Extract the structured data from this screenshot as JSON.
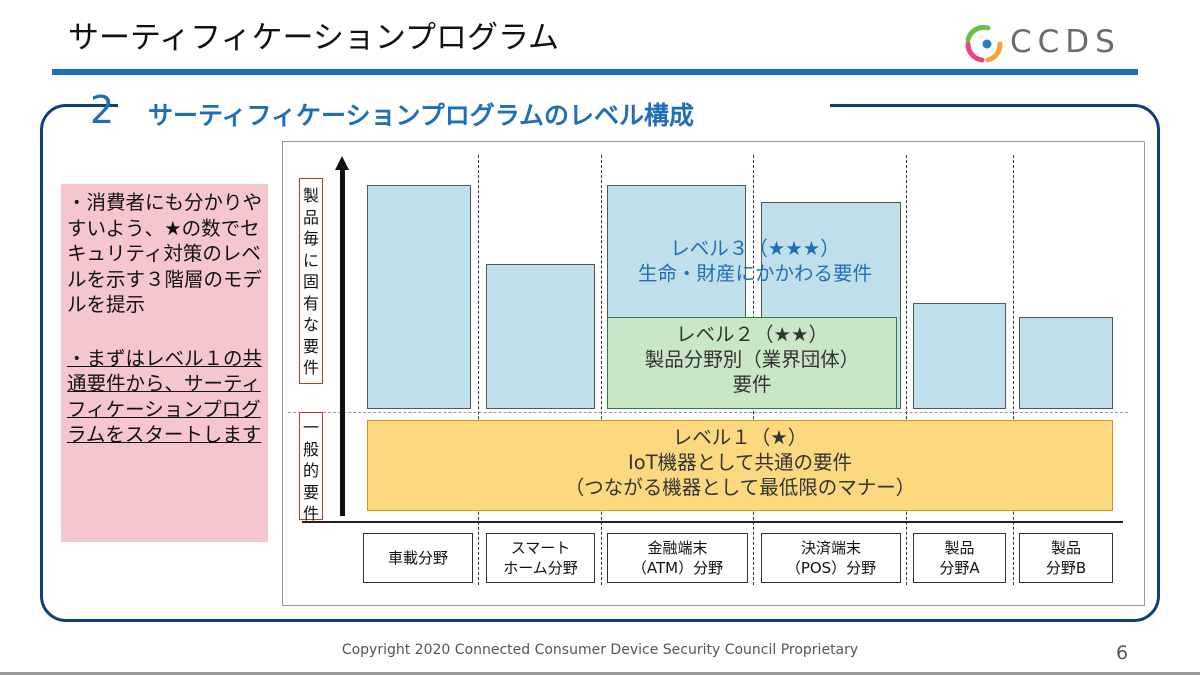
{
  "slide": {
    "title": "サーティフィケーションプログラム",
    "logo_text": "CCDS",
    "section_number": "2",
    "section_title": "サーティフィケーションプログラムのレベル構成",
    "page_number": "6",
    "copyright": "Copyright 2020 Connected Consumer Device Security Council Proprietary",
    "colors": {
      "accent_blue": "#1f6fb8",
      "frame_navy": "#0e3f7c",
      "note_pink": "#f5c6cd"
    }
  },
  "note": {
    "paragraph1": "・消費者にも分かりやすいよう、★の数でセキュリティ対策のレベルを示す３階層のモデルを提示",
    "paragraph2": "・まずはレベル１の共通要件から、サーティフィケーションプログラムをスタートします"
  },
  "diagram": {
    "axis_label_top": "製品毎に固有な要件",
    "axis_label_bottom": "一般的要件",
    "level3": {
      "line1": "レベル３（★★★）",
      "line2": "生命・財産にかかわる要件"
    },
    "level2": {
      "line1": "レベル２（★★）",
      "line2": "製品分野別（業界団体）",
      "line3": "要件"
    },
    "level1": {
      "line1": "レベル１（★）",
      "line2": "IoT機器として共通の要件",
      "line3": "（つながる機器として最低限のマナー）"
    },
    "categories": [
      {
        "line1": "車載分野",
        "line2": ""
      },
      {
        "line1": "スマート",
        "line2": "ホーム分野"
      },
      {
        "line1": "金融端末",
        "line2": "（ATM）分野"
      },
      {
        "line1": "決済端末",
        "line2": "（POS）分野"
      },
      {
        "line1": "製品",
        "line2": "分野A"
      },
      {
        "line1": "製品",
        "line2": "分野B"
      }
    ]
  }
}
